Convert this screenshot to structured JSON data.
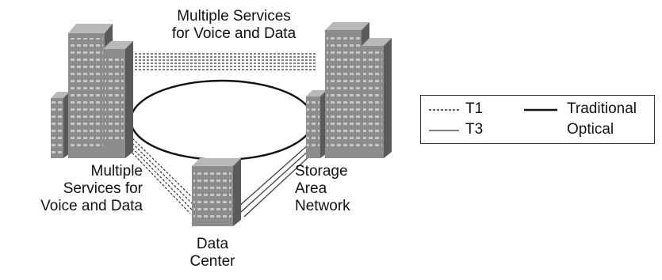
{
  "labels": {
    "top_services": [
      "Multiple Services",
      "for Voice and Data"
    ],
    "left_services": [
      "Multiple",
      "Services for",
      "Voice and Data"
    ],
    "storage": [
      "Storage",
      "Area",
      "Network"
    ],
    "data_center": [
      "Data",
      "Center"
    ]
  },
  "legend": {
    "t1": "T1",
    "t3": "T3",
    "traditional": "Traditional",
    "optical": "Optical"
  },
  "nodes": [
    "left-building-cluster",
    "right-building-cluster",
    "data-center-building"
  ],
  "colors": {
    "building_front": "#8c8c8c",
    "building_side": "#5a5a5a",
    "building_top": "#b8b8b8",
    "line": "#111111"
  }
}
